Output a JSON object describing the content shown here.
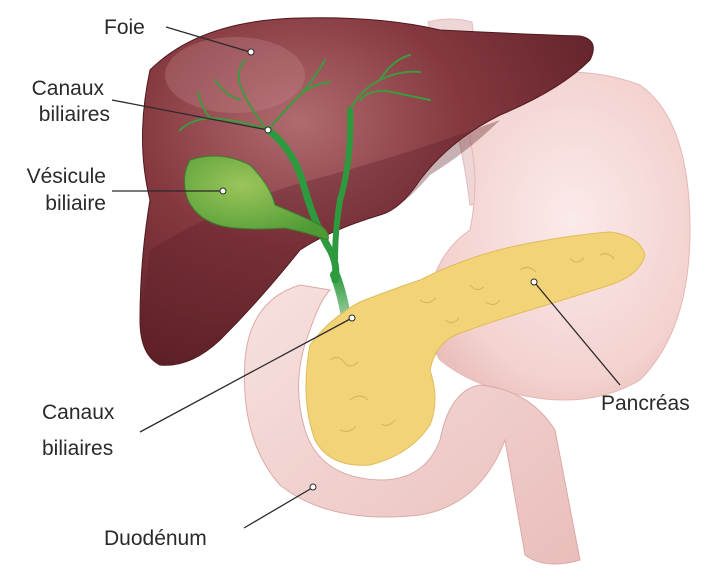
{
  "labels": {
    "liver": "Foie",
    "bile_ducts_top_line1": "Canaux",
    "bile_ducts_top_line2": "biliaires",
    "gallbladder_line1": "Vésicule",
    "gallbladder_line2": "biliaire",
    "bile_ducts_bottom_line1": "Canaux",
    "bile_ducts_bottom_line2": "biliaires",
    "pancreas": "Pancréas",
    "duodenum": "Duodénum"
  },
  "colors": {
    "liver": "#7b3037",
    "liver_highlight": "#a86067",
    "stomach": "#f3d4d2",
    "duodenum": "#f1d3d0",
    "pancreas": "#f2d377",
    "bile_ducts": "#2e9a3e",
    "gallbladder": "#6fb142",
    "esophagus": "#efd6d6"
  }
}
